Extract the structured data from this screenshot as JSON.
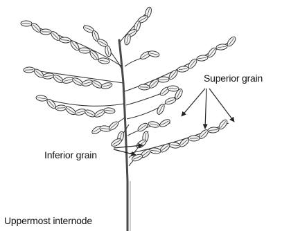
{
  "labels": {
    "superior_grain": "Superior grain",
    "inferior_grain": "Inferior grain",
    "uppermost_internode": "Uppermost internode"
  },
  "colors": {
    "ink": "#333333",
    "grain_fill": "#f4f4f4",
    "stem": "#4a4a4a",
    "background": "#ffffff"
  }
}
